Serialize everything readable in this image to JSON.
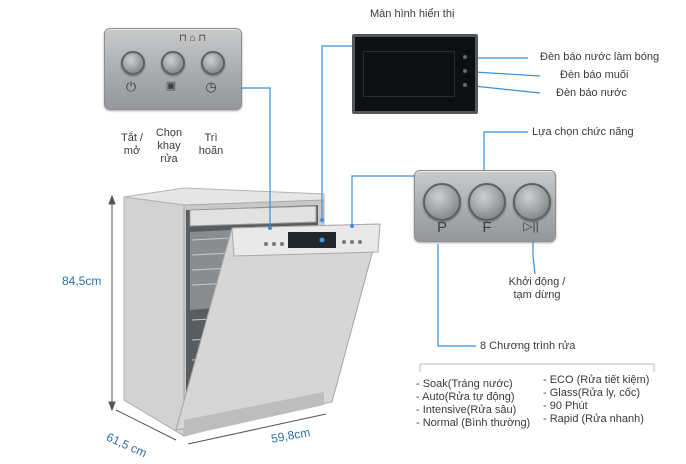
{
  "control_panel": {
    "power_label": "Tắt /\nmở",
    "tray_label": "Chọn\nkhay\nrửa",
    "delay_label": "Trì\nhoãn"
  },
  "display": {
    "title": "Màn hình hiển thị",
    "indicators": [
      "Đèn báo nước làm bóng",
      "Đèn báo muối",
      "Đèn báo nước"
    ]
  },
  "function_panel": {
    "select_label": "Lựa chọn chức năng",
    "start_label": "Khởi động /\ntạm dừng",
    "button_symbols": [
      "P",
      "F",
      "▷||"
    ]
  },
  "programs": {
    "title": "8 Chương trình rửa",
    "left_list": [
      "- Soak(Tráng nước)",
      "- Auto(Rửa tự động)",
      "- Intensive(Rửa sâu)",
      "- Normal (Bình thường)"
    ],
    "right_list": [
      "- ECO (Rửa tiết kiệm)",
      "- Glass(Rửa ly, cốc)",
      "- 90 Phút",
      "- Rapid (Rửa nhanh)"
    ]
  },
  "dimensions": {
    "height": "84,5cm",
    "depth": "61,5 cm",
    "width": "59,8cm"
  },
  "colors": {
    "leader_line": "#3a8fd8",
    "dimension_text": "#2e6fa8",
    "panel": "#a9abad",
    "dishwasher_body": "#dcdcdc"
  }
}
